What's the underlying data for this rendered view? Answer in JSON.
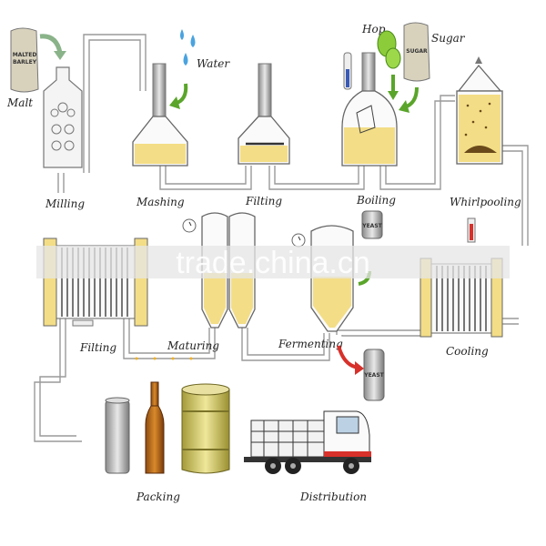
{
  "labels": {
    "malt": "Malt",
    "water": "Water",
    "hop": "Hop",
    "sugar": "Sugar",
    "milling": "Milling",
    "mashing": "Mashing",
    "filting_top": "Filting",
    "boiling": "Boiling",
    "whirlpooling": "Whirlpooling",
    "filting_bottom": "Filting",
    "maturing": "Maturing",
    "fermenting": "Fermenting",
    "cooling": "Cooling",
    "packing": "Packing",
    "distribution": "Distribution"
  },
  "bag_text": {
    "malt_line1": "MALTED",
    "malt_line2": "BARLEY",
    "sugar": "SUGAR"
  },
  "yeast_text": "YEAST",
  "watermark": "trade.china.cn",
  "colors": {
    "liquid": "#f3dd86",
    "pipe": "#b9b9b9",
    "arrow_green": "#5aa52a",
    "arrow_red": "#d8302a",
    "water_drop": "#4aa3df",
    "hop_green": "#8ccc3a",
    "watermark_band": "#e6e6e6"
  }
}
